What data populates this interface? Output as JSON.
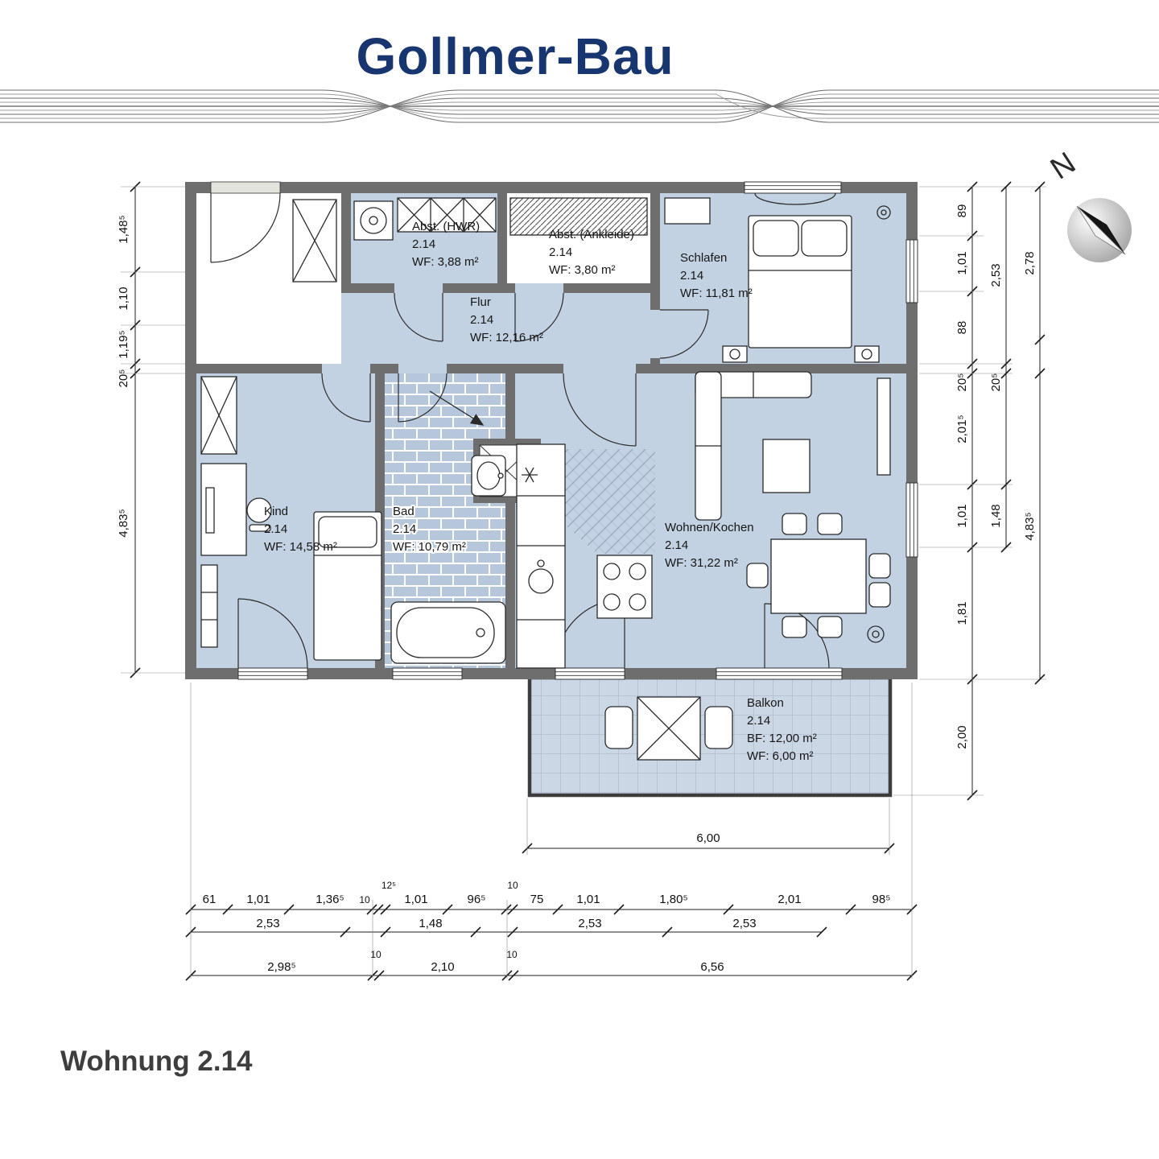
{
  "header": {
    "logo": "Gollmer-Bau"
  },
  "title": {
    "text": "Wohnung 2.14"
  },
  "compass": {
    "label": "N"
  },
  "rooms": {
    "hwr": {
      "name": "Abst. (HWR)",
      "unit": "2.14",
      "area": "WF: 3,88 m²"
    },
    "ankleide": {
      "name": "Abst. (Ankleide)",
      "unit": "2.14",
      "area": "WF:    3,80 m²"
    },
    "schlafen": {
      "name": "Schlafen",
      "unit": "2.14",
      "area": "WF: 11,81 m²"
    },
    "flur": {
      "name": "Flur",
      "unit": "2.14",
      "area": "WF: 12,16 m²"
    },
    "kind": {
      "name": "Kind",
      "unit": "2.14",
      "area": "WF: 14,58 m²"
    },
    "bad": {
      "name": "Bad",
      "unit": "2.14",
      "area": "WF: 10,79 m²"
    },
    "wohnen": {
      "name": "Wohnen/Kochen",
      "unit": "2.14",
      "area": "WF:    31,22 m²"
    },
    "balkon": {
      "name": "Balkon",
      "unit": "2.14",
      "area_bf": "BF: 12,00 m²",
      "area_wf": "WF:  6,00 m²"
    }
  },
  "dims": {
    "left": [
      "1,48⁵",
      "1,10",
      "1,19⁵",
      "20⁵",
      "4,83⁵"
    ],
    "right_a": [
      "89",
      "1,01",
      "88",
      "20⁵",
      "2,01⁵",
      "1,01",
      "1,81",
      "2,00"
    ],
    "right_b": [
      "2,53",
      "20⁵",
      "1,48"
    ],
    "right_c": [
      "2,78",
      "4,83⁵"
    ],
    "balcony_width": "6,00",
    "row1": [
      "61",
      "1,01",
      "1,36⁵",
      "10",
      "12⁵",
      "1,01",
      "96⁵",
      "10",
      "75",
      "1,01",
      "1,80⁵",
      "2,01",
      "98⁵"
    ],
    "row2": [
      "2,53",
      "1,48",
      "2,53",
      "2,53"
    ],
    "row3": [
      "2,98⁵",
      "10",
      "2,10",
      "10",
      "6,56"
    ]
  }
}
